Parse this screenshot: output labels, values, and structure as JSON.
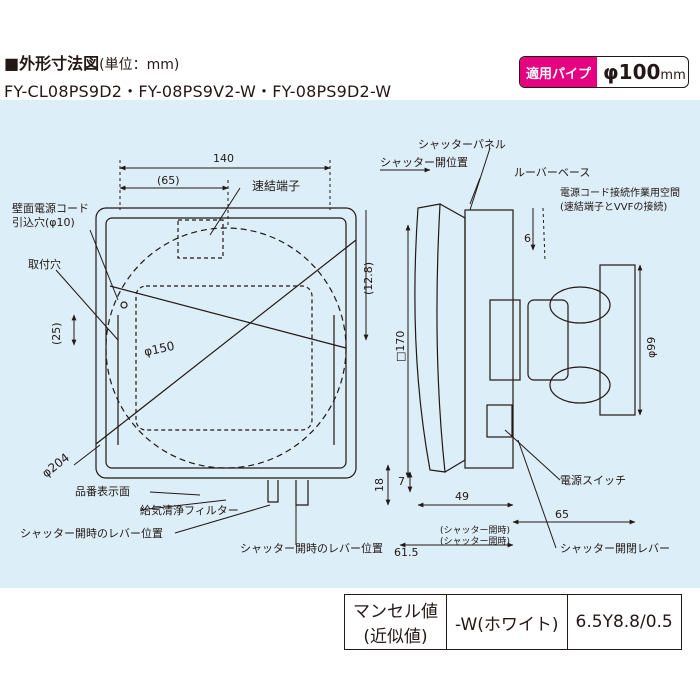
{
  "header": {
    "title": "■外形寸法図",
    "unit": "(単位：mm)",
    "models": "FY-CL08PS9D2・FY-08PS9V2-W・FY-08PS9D2-W"
  },
  "pipe_badge": {
    "label": "適用パイプ",
    "value": "φ100",
    "unit": "mm"
  },
  "front_view": {
    "dim_width_140": "140",
    "dim_65": "(65)",
    "dim_12_8": "(12.8)",
    "dim_25": "(25)",
    "dim_phi150": "φ150",
    "dim_phi204": "φ204",
    "label_terminal": "速結端子",
    "label_wall_cord_1": "壁面電源コード",
    "label_wall_cord_2": "引込穴(φ10)",
    "label_mount_hole": "取付穴",
    "label_model_display": "品番表示面",
    "label_filter": "給気清浄フィルター",
    "label_lever_pos_1": "シャッター開時のレバー位置",
    "label_lever_pos_2": "シャッター開時のレバー位置"
  },
  "side_view": {
    "label_shutter_panel": "シャッターパネル",
    "label_shutter_open_pos": "シャッター開位置",
    "label_louver_base": "ルーバーベース",
    "label_cord_space_1": "電源コード接続作業用空間",
    "label_cord_space_2": "(速結端子とVVFの接続)",
    "label_power_switch": "電源スイッチ",
    "label_shutter_lever": "シャッター開閉レバー",
    "dim_6": "6",
    "dim_170": "□170",
    "dim_phi99": "φ99",
    "dim_18": "18",
    "dim_7": "7",
    "dim_49": "49",
    "dim_65": "65",
    "dim_61_5": "61.5",
    "dim_open_1": "(シャッター開時)",
    "dim_open_2": "(シャッター開時)"
  },
  "munsell": {
    "header_1": "マンセル値",
    "header_2": "(近似値)",
    "variant": "-W(ホワイト)",
    "value": "6.5Y8.8/0.5"
  }
}
